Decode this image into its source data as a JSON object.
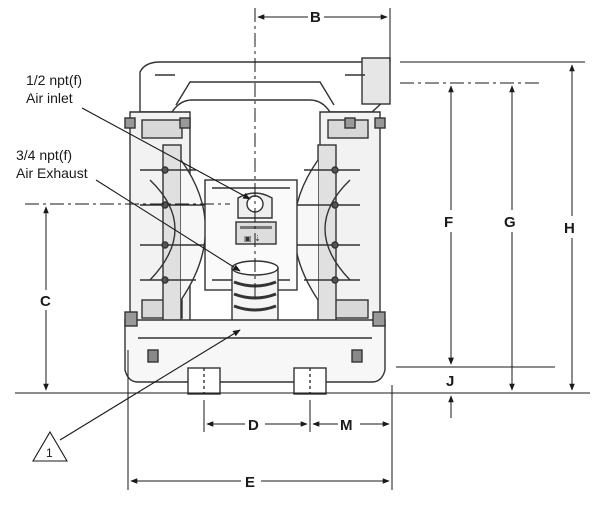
{
  "callouts": {
    "air_inlet": {
      "size": "1/2 npt(f)",
      "name": "Air inlet"
    },
    "air_exhaust": {
      "size": "3/4 npt(f)",
      "name": "Air Exhaust"
    },
    "note_symbol": "1"
  },
  "dimensions": {
    "B": "B",
    "C": "C",
    "D": "D",
    "E": "E",
    "F": "F",
    "G": "G",
    "H": "H",
    "J": "J",
    "M": "M"
  }
}
